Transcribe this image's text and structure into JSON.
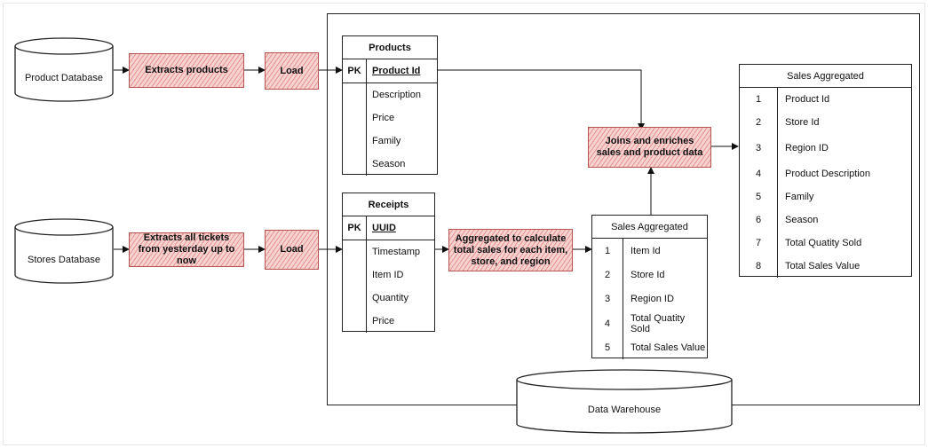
{
  "sources": {
    "product_db": "Product Database",
    "stores_db": "Stores Database"
  },
  "steps": {
    "extract_products": "Extracts products",
    "load_products": "Load",
    "extract_tickets": "Extracts all tickets from yesterday up to now",
    "load_tickets": "Load",
    "aggregate": "Aggregated to calculate total sales for each item, store, and region",
    "join": "Joins and enriches sales and product data"
  },
  "products_table": {
    "title": "Products",
    "pk_label": "PK",
    "pk_field": "Product Id",
    "fields": [
      "Description",
      "Price",
      "Family",
      "Season"
    ]
  },
  "receipts_table": {
    "title": "Receipts",
    "pk_label": "PK",
    "pk_field": "UUID",
    "fields": [
      "Timestamp",
      "Item ID",
      "Quantity",
      "Price"
    ]
  },
  "sales_aggregated_mid": {
    "title": "Sales Aggregated",
    "rows": [
      {
        "n": "1",
        "label": "Item Id"
      },
      {
        "n": "2",
        "label": "Store Id"
      },
      {
        "n": "3",
        "label": "Region ID"
      },
      {
        "n": "4",
        "label": "Total Quatity Sold"
      },
      {
        "n": "5",
        "label": "Total Sales Value"
      }
    ]
  },
  "sales_aggregated_final": {
    "title": "Sales Aggregated",
    "rows": [
      {
        "n": "1",
        "label": "Product Id"
      },
      {
        "n": "2",
        "label": "Store Id"
      },
      {
        "n": "3",
        "label": "Region ID"
      },
      {
        "n": "4",
        "label": "Product Description"
      },
      {
        "n": "5",
        "label": "Family"
      },
      {
        "n": "6",
        "label": "Season"
      },
      {
        "n": "7",
        "label": "Total Quatity Sold"
      },
      {
        "n": "8",
        "label": "Total Sales Value"
      }
    ]
  },
  "warehouse": "Data Warehouse",
  "colors": {
    "process_fill": "#f6d3d1",
    "process_border": "#b85450",
    "line": "#222222"
  }
}
